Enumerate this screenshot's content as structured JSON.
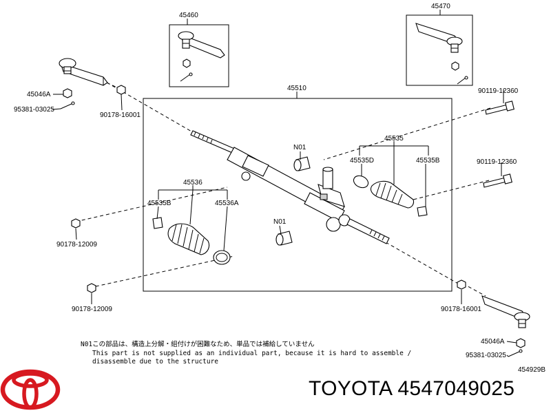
{
  "labels": {
    "p45460": "45460",
    "p45470": "45470",
    "p45510": "45510",
    "p45046a_l": "45046A",
    "p95381_l": "95381-03025",
    "p90178_16001_l": "90178-16001",
    "p90119_a": "90119-12360",
    "p90119_b": "90119-12360",
    "p45535": "45535",
    "p45535d": "45535D",
    "p45535b_r": "45535B",
    "p45536": "45536",
    "p45535b_l": "45535B",
    "p45536a": "45536A",
    "pN01_a": "N01",
    "pN01_b": "N01",
    "p90178_12009_a": "90178-12009",
    "p90178_12009_b": "90178-12009",
    "p90178_16001_r": "90178-16001",
    "p45046a_r": "45046A",
    "p95381_r": "95381-03025",
    "ref_code": "454929B"
  },
  "note": {
    "line1": "N01この部品は、構造上分解・組付けが困難なため、単品では補給していません",
    "line2": "This part is not supplied as an individual part, because it is hard to assemble /",
    "line3": "disassemble due to the structure"
  },
  "brand": {
    "caption": "TOYOTA 4547049025",
    "logo_color": "#d71920"
  }
}
